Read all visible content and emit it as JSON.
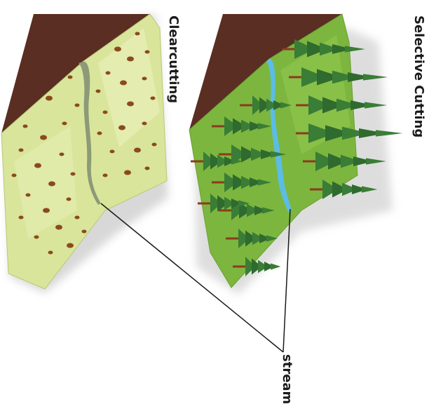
{
  "labels": {
    "clearcutting": "Clearcutting",
    "selective_cutting": "Selective Cutting",
    "stream": "stream"
  },
  "colors": {
    "soil": "#5a2e22",
    "clearcut_ground": "#d9e59a",
    "clearcut_stream": "#8c9a78",
    "stump": "#8a4a1e",
    "selective_ground": "#7cb63e",
    "selective_stream": "#5bbde6",
    "tree": "#2f6a2e",
    "trunk": "#8a3b1e",
    "pointer_line": "#1a1a1a"
  }
}
